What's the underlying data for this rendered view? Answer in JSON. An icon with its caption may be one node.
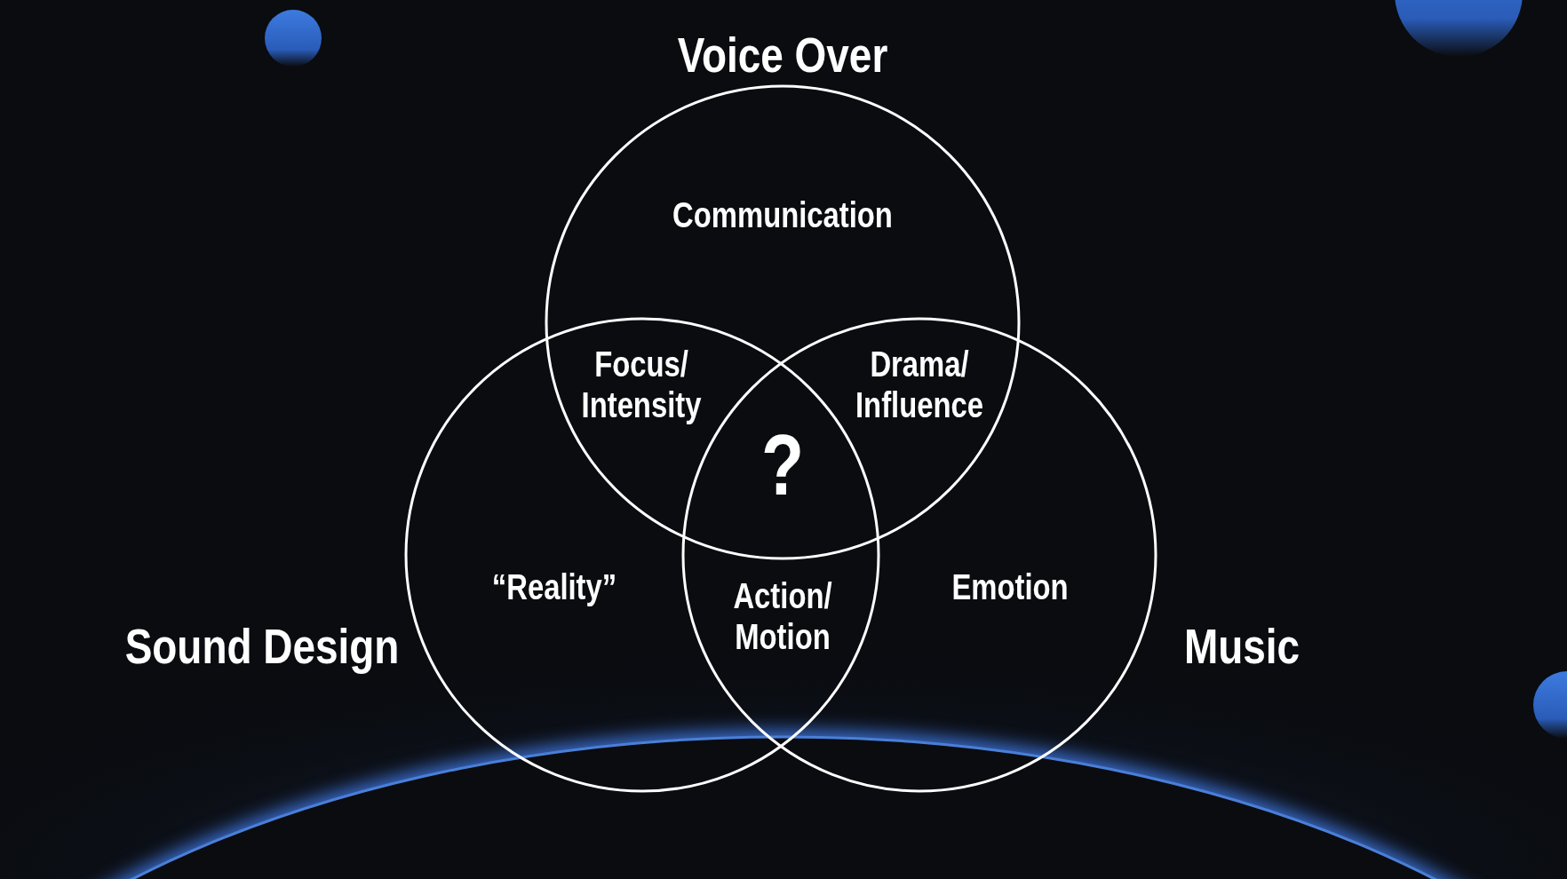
{
  "diagram": {
    "nodes": [
      {
        "text": [
          "Voice Over",
          "Communication"
        ]
      },
      {
        "text": [
          "Sound Design",
          "“Reality”"
        ]
      },
      {
        "text": [
          "Music",
          "Emotion"
        ]
      }
    ],
    "labels": [
      "Focus/ Intensity",
      "Drama/ Influence",
      "?",
      "Action/ Motion"
    ]
  }
}
